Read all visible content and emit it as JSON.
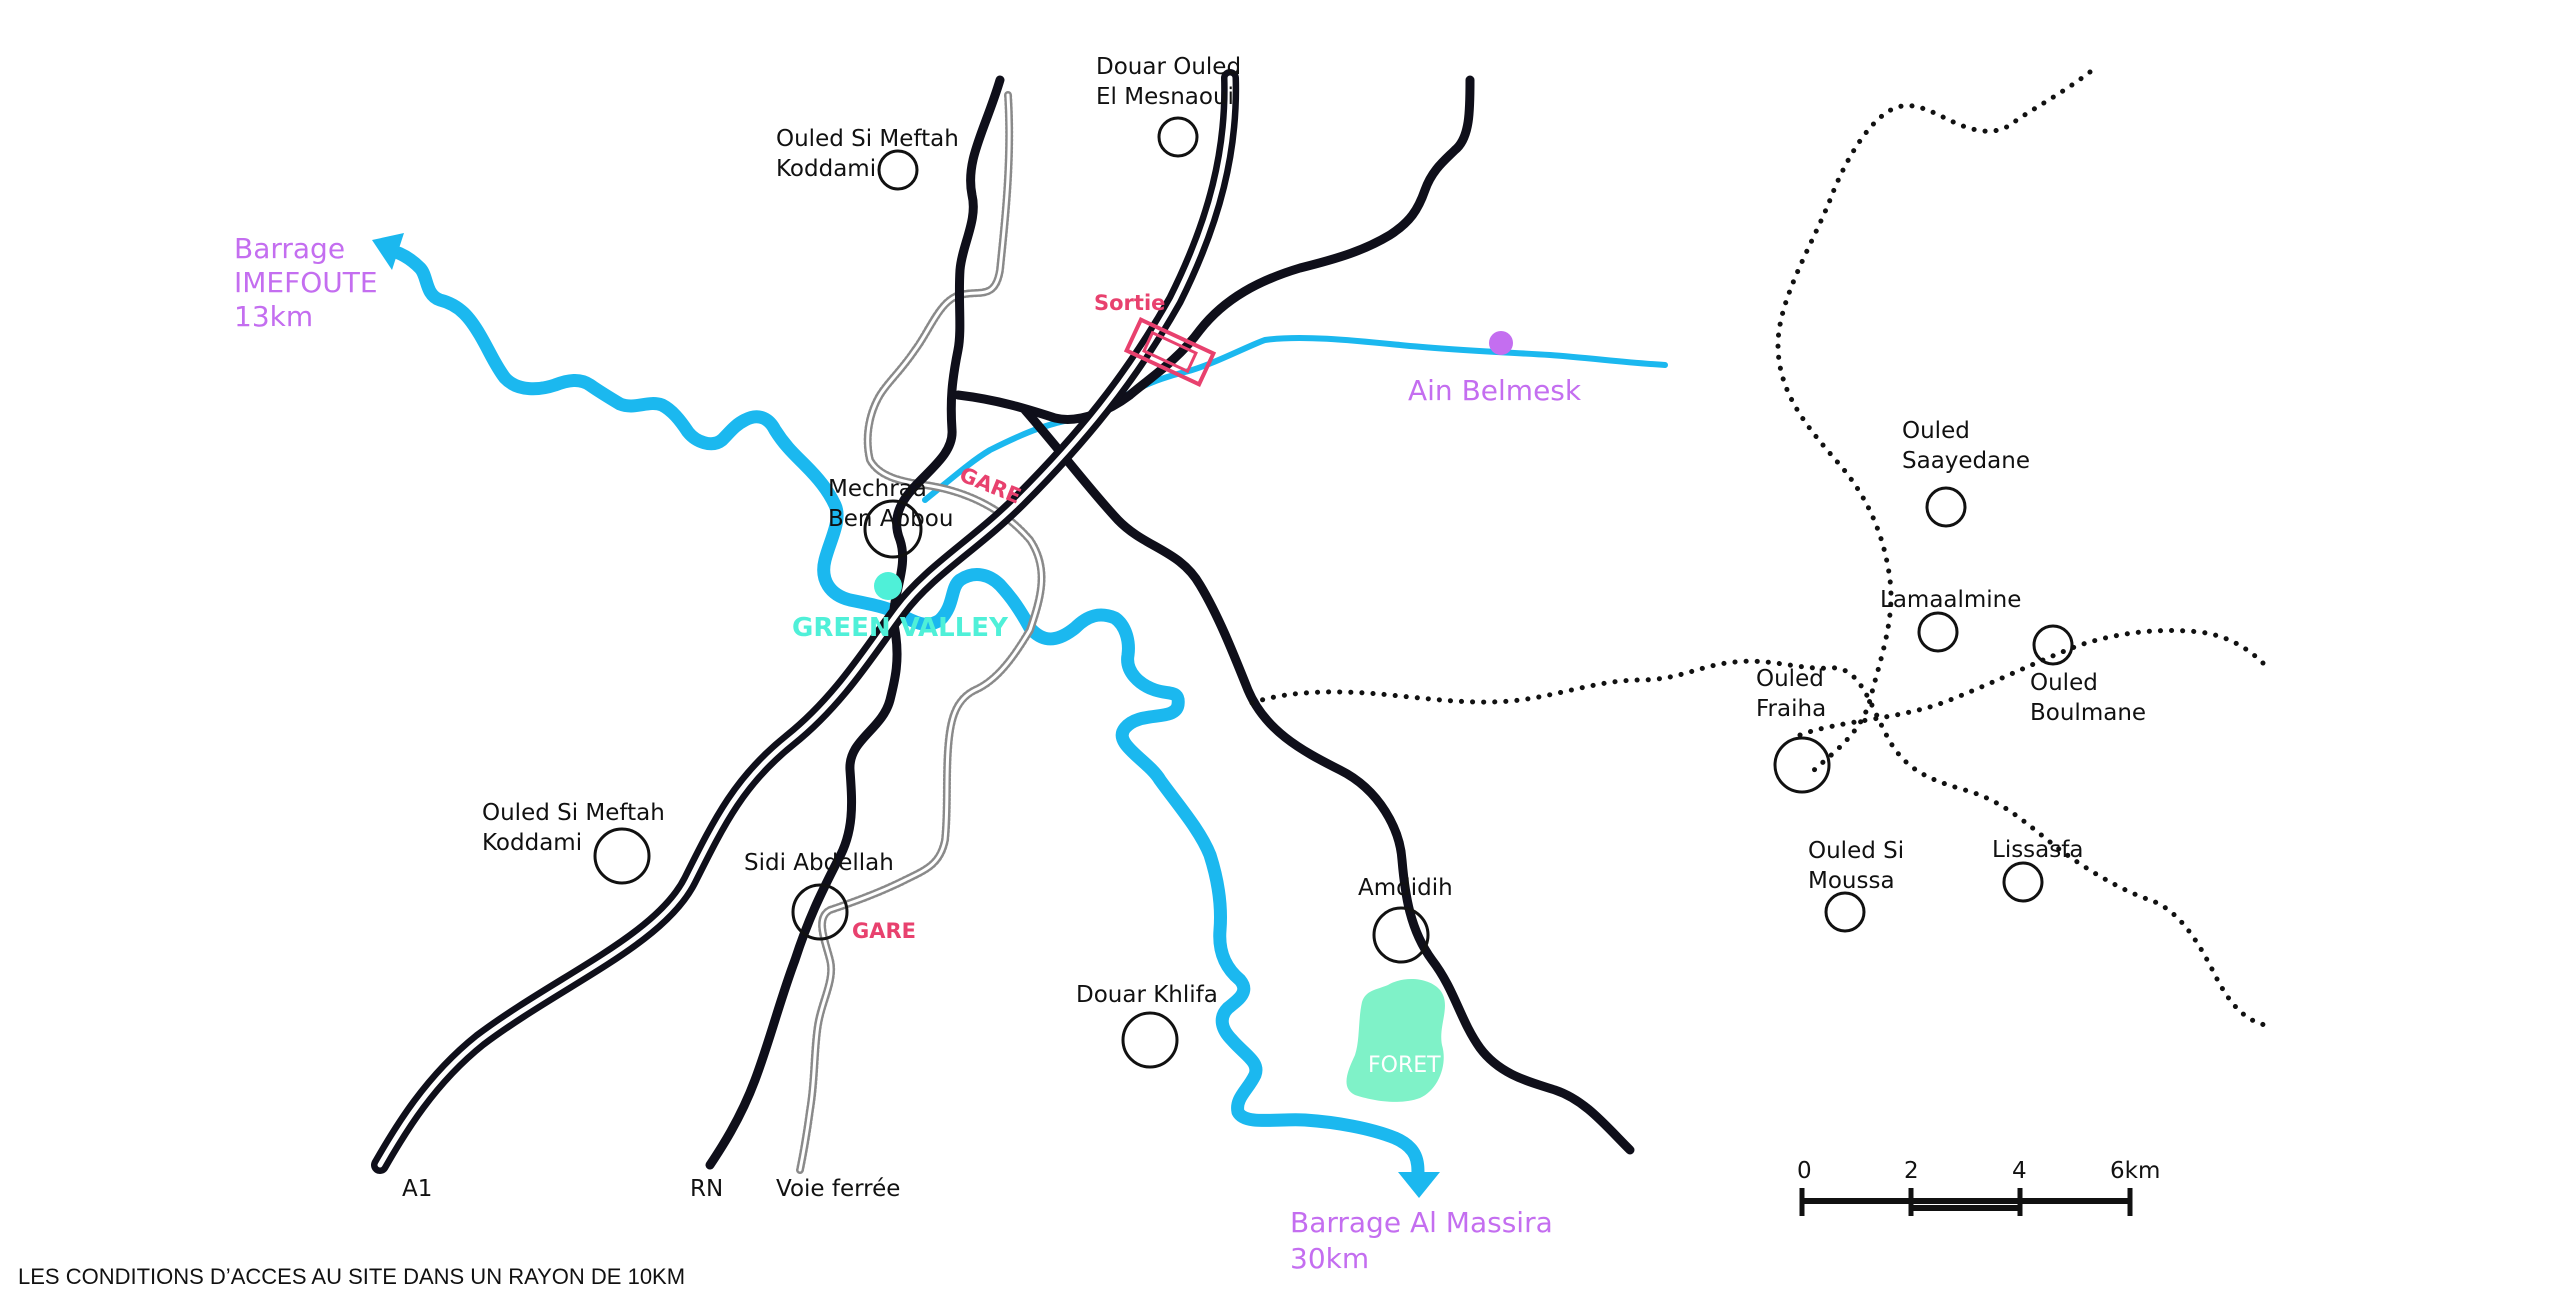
{
  "caption": "LES CONDITIONS D’ACCES AU SITE DANS UN RAYON DE 10KM",
  "colors": {
    "road": "#0f0f1a",
    "river": "#1bb8ef",
    "destination": "#c46ef0",
    "station": "#e8416e",
    "site": "#4ff0d8",
    "forest": "#7ff2c8"
  },
  "destinations": {
    "imefoute": [
      "Barrage",
      "IMEFOUTE",
      "13km"
    ],
    "ain_belmesk": "Ain Belmesk",
    "al_massira": [
      "Barrage Al Massira",
      "30km"
    ]
  },
  "villages": {
    "douar_ouled_el_mesnaoui": [
      "Douar Ouled",
      "El Mesnaoui"
    ],
    "ouled_si_meftah_north": [
      "Ouled Si Meftah",
      "Koddami"
    ],
    "mechraa_ben_abbou": [
      "Mechraa",
      "Ben Abbou"
    ],
    "ouled_si_meftah_south": [
      "Ouled Si Meftah",
      "Koddami"
    ],
    "sidi_abdellah": "Sidi Abdellah",
    "douar_khlifa": "Douar Khlifa",
    "amdidih": "Amdidih",
    "ouled_saayedane": [
      "Ouled",
      "Saayedane"
    ],
    "lamaalmine": "Lamaalmine",
    "ouled_boulmane": [
      "Ouled",
      "Boulmane"
    ],
    "ouled_fraiha": [
      "Ouled",
      "Fraiha"
    ],
    "ouled_si_moussa": [
      "Ouled Si",
      "Moussa"
    ],
    "lissasfa": "Lissasfa"
  },
  "markers": {
    "sortie": "Sortie",
    "gare": "GARE",
    "green_valley": "GREEN VALLEY",
    "foret": "FORET"
  },
  "legend": {
    "a1": "A1",
    "rn": "RN",
    "railway": "Voie ferrée"
  },
  "scale": {
    "ticks": [
      "0",
      "2",
      "4",
      "6km"
    ]
  }
}
